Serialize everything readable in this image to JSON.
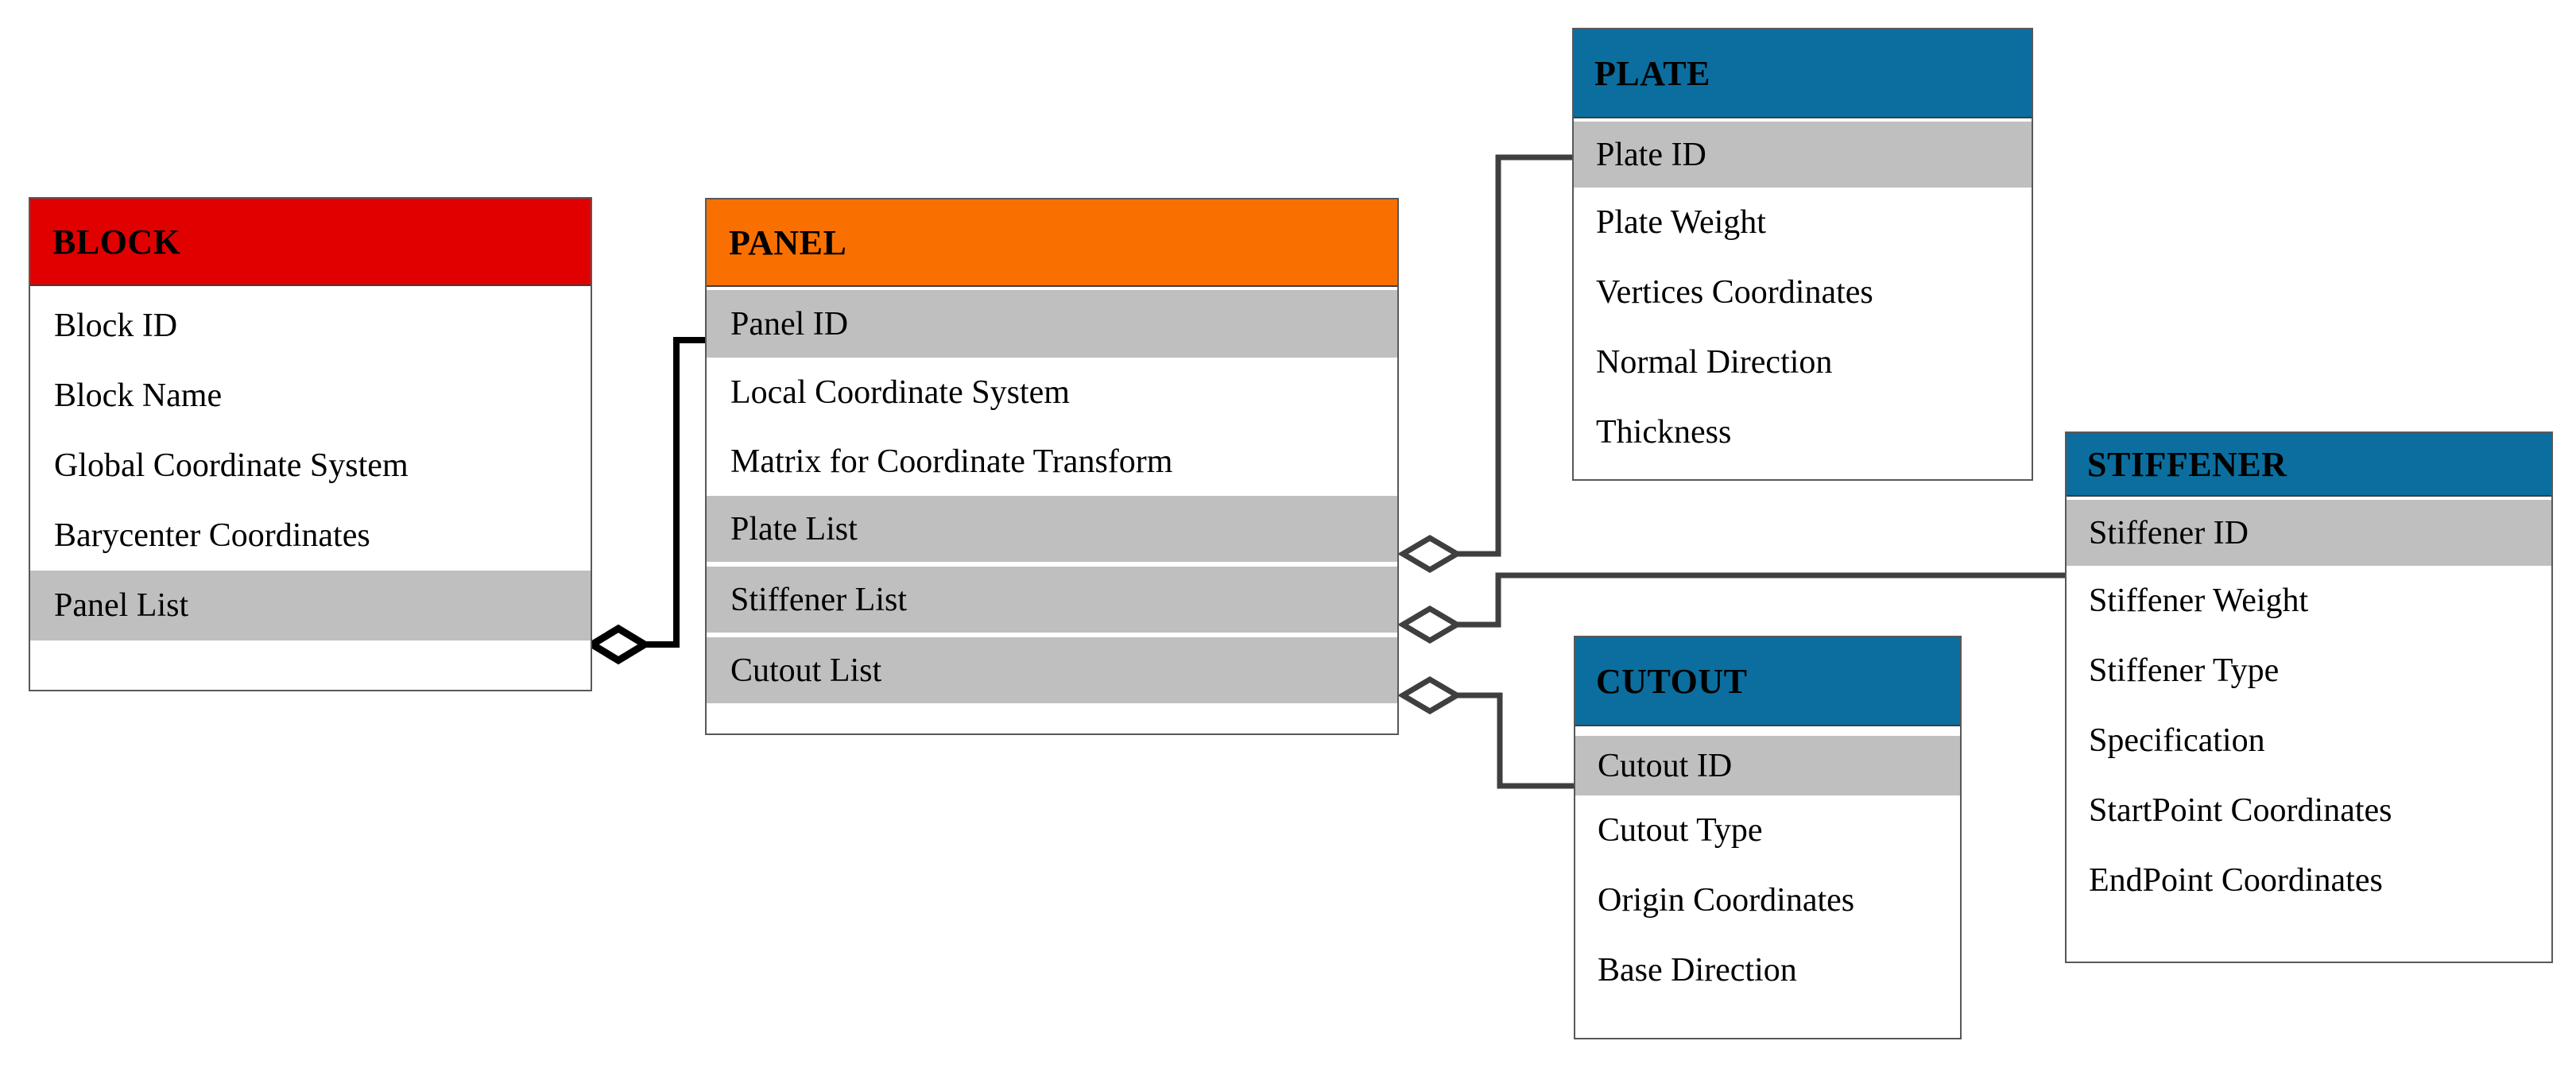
{
  "diagram": {
    "type": "entity-relationship",
    "notation": "aggregation-diamond",
    "background_color": "#ffffff",
    "line_color": "#3f3f41"
  },
  "colors": {
    "block_header": "#e00000",
    "panel_header": "#fa7000",
    "plate_header": "#0b6e9e",
    "cutout_header": "#0b6e9e",
    "stiffener_header": "#0b6e9e",
    "key_row": "#bfbfbf",
    "border": "#58585a",
    "text": "#000000"
  },
  "entities": {
    "block": {
      "title": "BLOCK",
      "header_color": "#e00000",
      "attributes": [
        {
          "label": "Block ID",
          "key": false
        },
        {
          "label": "Block Name",
          "key": false
        },
        {
          "label": "Global Coordinate System",
          "key": false
        },
        {
          "label": "Barycenter Coordinates",
          "key": false
        },
        {
          "label": "Panel List",
          "key": true
        }
      ]
    },
    "panel": {
      "title": "PANEL",
      "header_color": "#fa7000",
      "attributes": [
        {
          "label": "Panel ID",
          "key": true
        },
        {
          "label": "Local Coordinate System",
          "key": false
        },
        {
          "label": "Matrix for Coordinate Transform",
          "key": false
        },
        {
          "label": "Plate List",
          "key": true
        },
        {
          "label": "Stiffener List",
          "key": true
        },
        {
          "label": "Cutout List",
          "key": true
        }
      ]
    },
    "plate": {
      "title": "PLATE",
      "header_color": "#0b6e9e",
      "attributes": [
        {
          "label": "Plate ID",
          "key": true
        },
        {
          "label": "Plate Weight",
          "key": false
        },
        {
          "label": "Vertices Coordinates",
          "key": false
        },
        {
          "label": "Normal Direction",
          "key": false
        },
        {
          "label": "Thickness",
          "key": false
        }
      ]
    },
    "stiffener": {
      "title": "STIFFENER",
      "header_color": "#0b6e9e",
      "attributes": [
        {
          "label": "Stiffener ID",
          "key": true
        },
        {
          "label": "Stiffener Weight",
          "key": false
        },
        {
          "label": "Stiffener Type",
          "key": false
        },
        {
          "label": "Specification",
          "key": false
        },
        {
          "label": "StartPoint Coordinates",
          "key": false
        },
        {
          "label": "EndPoint Coordinates",
          "key": false
        }
      ]
    },
    "cutout": {
      "title": "CUTOUT",
      "header_color": "#0b6e9e",
      "attributes": [
        {
          "label": "Cutout ID",
          "key": true
        },
        {
          "label": "Cutout Type",
          "key": false
        },
        {
          "label": "Origin Coordinates",
          "key": false
        },
        {
          "label": "Base Direction",
          "key": false
        }
      ]
    }
  },
  "relationships": [
    {
      "from": "block",
      "from_attribute": "Panel List",
      "to": "panel",
      "to_attribute": "Panel ID",
      "marker": "aggregation-diamond"
    },
    {
      "from": "panel",
      "from_attribute": "Plate List",
      "to": "plate",
      "to_attribute": "Plate ID",
      "marker": "aggregation-diamond"
    },
    {
      "from": "panel",
      "from_attribute": "Stiffener List",
      "to": "stiffener",
      "to_attribute": "Stiffener ID",
      "marker": "aggregation-diamond"
    },
    {
      "from": "panel",
      "from_attribute": "Cutout List",
      "to": "cutout",
      "to_attribute": "Cutout ID",
      "marker": "aggregation-diamond"
    }
  ]
}
